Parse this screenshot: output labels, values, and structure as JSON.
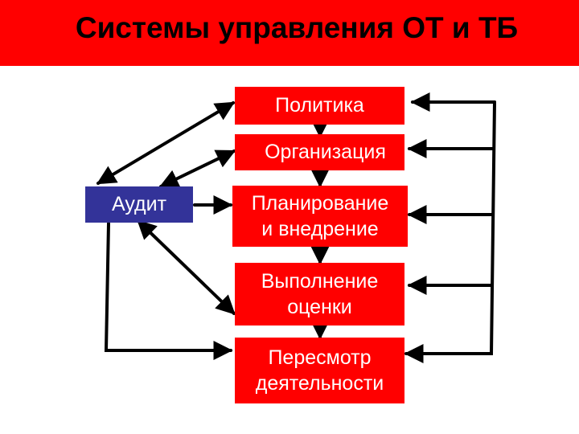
{
  "title": "Системы управления ОТ и ТБ",
  "boxes": {
    "audit": "Аудит",
    "policy": "Политика",
    "organization": "Организация",
    "planning": {
      "line1": "Планирование",
      "line2": "и внедрение"
    },
    "execution": {
      "line1": "Выполнение",
      "line2": "оценки"
    },
    "review": {
      "line1": "Пересмотр",
      "line2": "деятельности"
    }
  },
  "colors": {
    "header": "#ff0000",
    "process_box": "#ff0000",
    "audit_box": "#333399",
    "text": "#ffffff",
    "arrows": "#000000"
  }
}
